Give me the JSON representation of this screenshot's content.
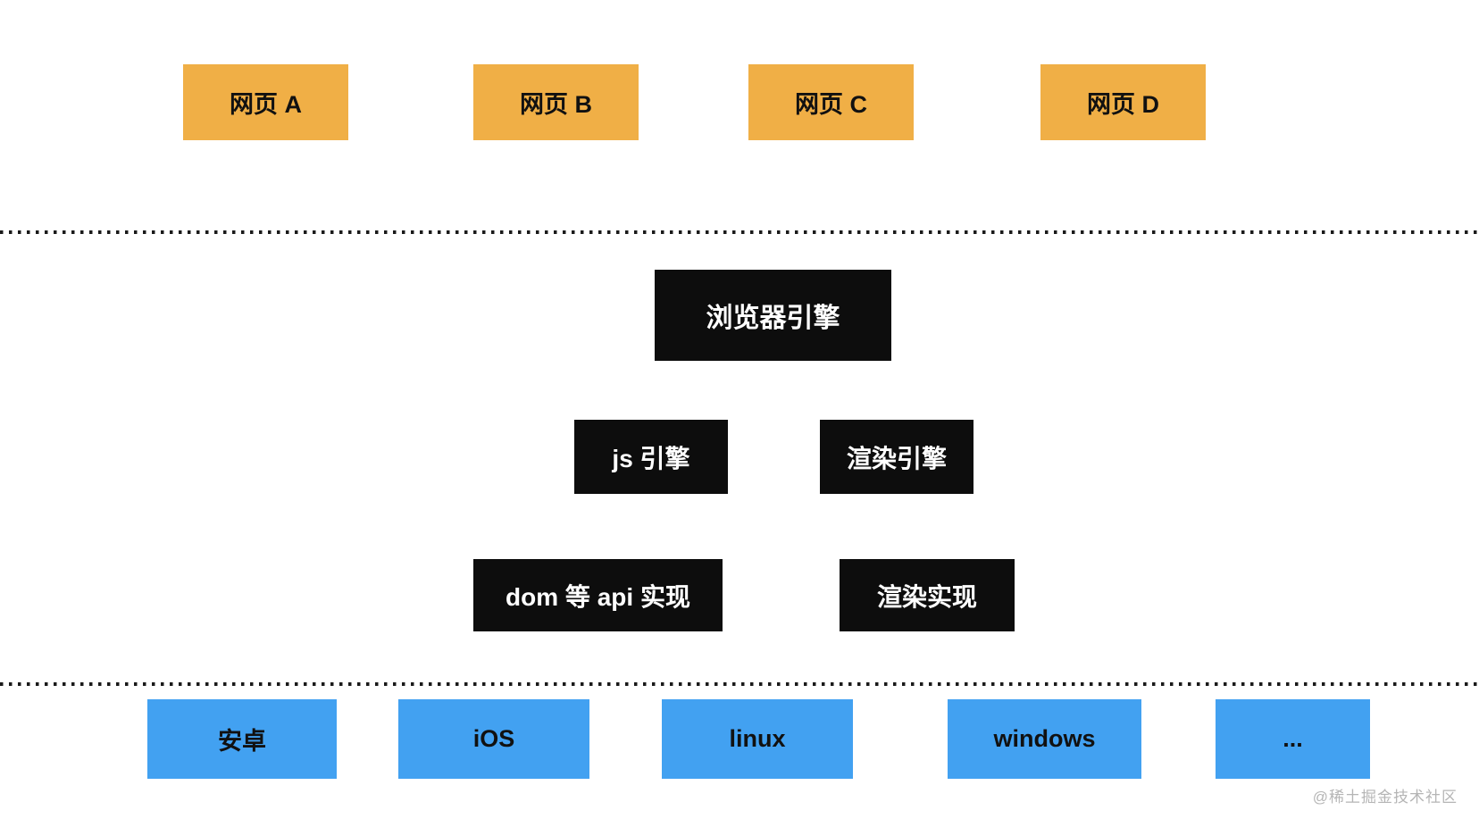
{
  "colors": {
    "page_bg": "#ffffff",
    "webpage_box": "#f0af46",
    "platform_box": "#42a1f1",
    "engine_box": "#0d0d0d",
    "engine_text": "#ffffff",
    "dark_text": "#111111",
    "dotted_line": "#1a1a1a",
    "watermark": "#b5b5b5"
  },
  "webpages": [
    {
      "label": "网页 A"
    },
    {
      "label": "网页 B"
    },
    {
      "label": "网页 C"
    },
    {
      "label": "网页 D"
    }
  ],
  "engine": {
    "browser_engine": "浏览器引擎",
    "js_engine": "js 引擎",
    "render_engine": "渲染引擎",
    "dom_api_impl": "dom 等 api 实现",
    "render_impl": "渲染实现"
  },
  "platforms": [
    {
      "label": "安卓"
    },
    {
      "label": "iOS"
    },
    {
      "label": "linux"
    },
    {
      "label": "windows"
    },
    {
      "label": "..."
    }
  ],
  "watermark": "@稀土掘金技术社区"
}
